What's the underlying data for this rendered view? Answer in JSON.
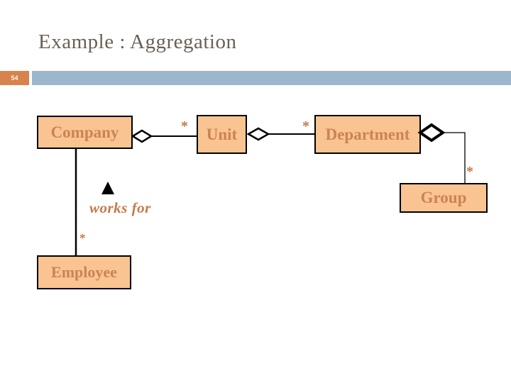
{
  "slide": {
    "title": "Example : Aggregation",
    "number": "54"
  },
  "colors": {
    "accent_orange": "#D8824C",
    "bar_blue": "#9CB6CD",
    "box_fill": "#F9C491",
    "box_border": "#000000",
    "box_text": "#CB8355",
    "title_text": "#6A6055",
    "annotation_text": "#C47A48",
    "connector": "#000000"
  },
  "diagram": {
    "nodes": [
      {
        "id": "company",
        "label": "Company"
      },
      {
        "id": "unit",
        "label": "Unit"
      },
      {
        "id": "department",
        "label": "Department"
      },
      {
        "id": "group",
        "label": "Group"
      },
      {
        "id": "employee",
        "label": "Employee"
      }
    ],
    "multiplicity": "*",
    "association_label": "works for",
    "relationships": [
      {
        "from": "Company",
        "to": "Unit",
        "type": "aggregation",
        "target_multiplicity": "*"
      },
      {
        "from": "Unit",
        "to": "Department",
        "type": "aggregation",
        "target_multiplicity": "*"
      },
      {
        "from": "Department",
        "to": "Group",
        "type": "aggregation",
        "target_multiplicity": "*"
      },
      {
        "from": "Employee",
        "to": "Company",
        "type": "association",
        "label": "works for",
        "source_multiplicity": "*"
      }
    ]
  }
}
